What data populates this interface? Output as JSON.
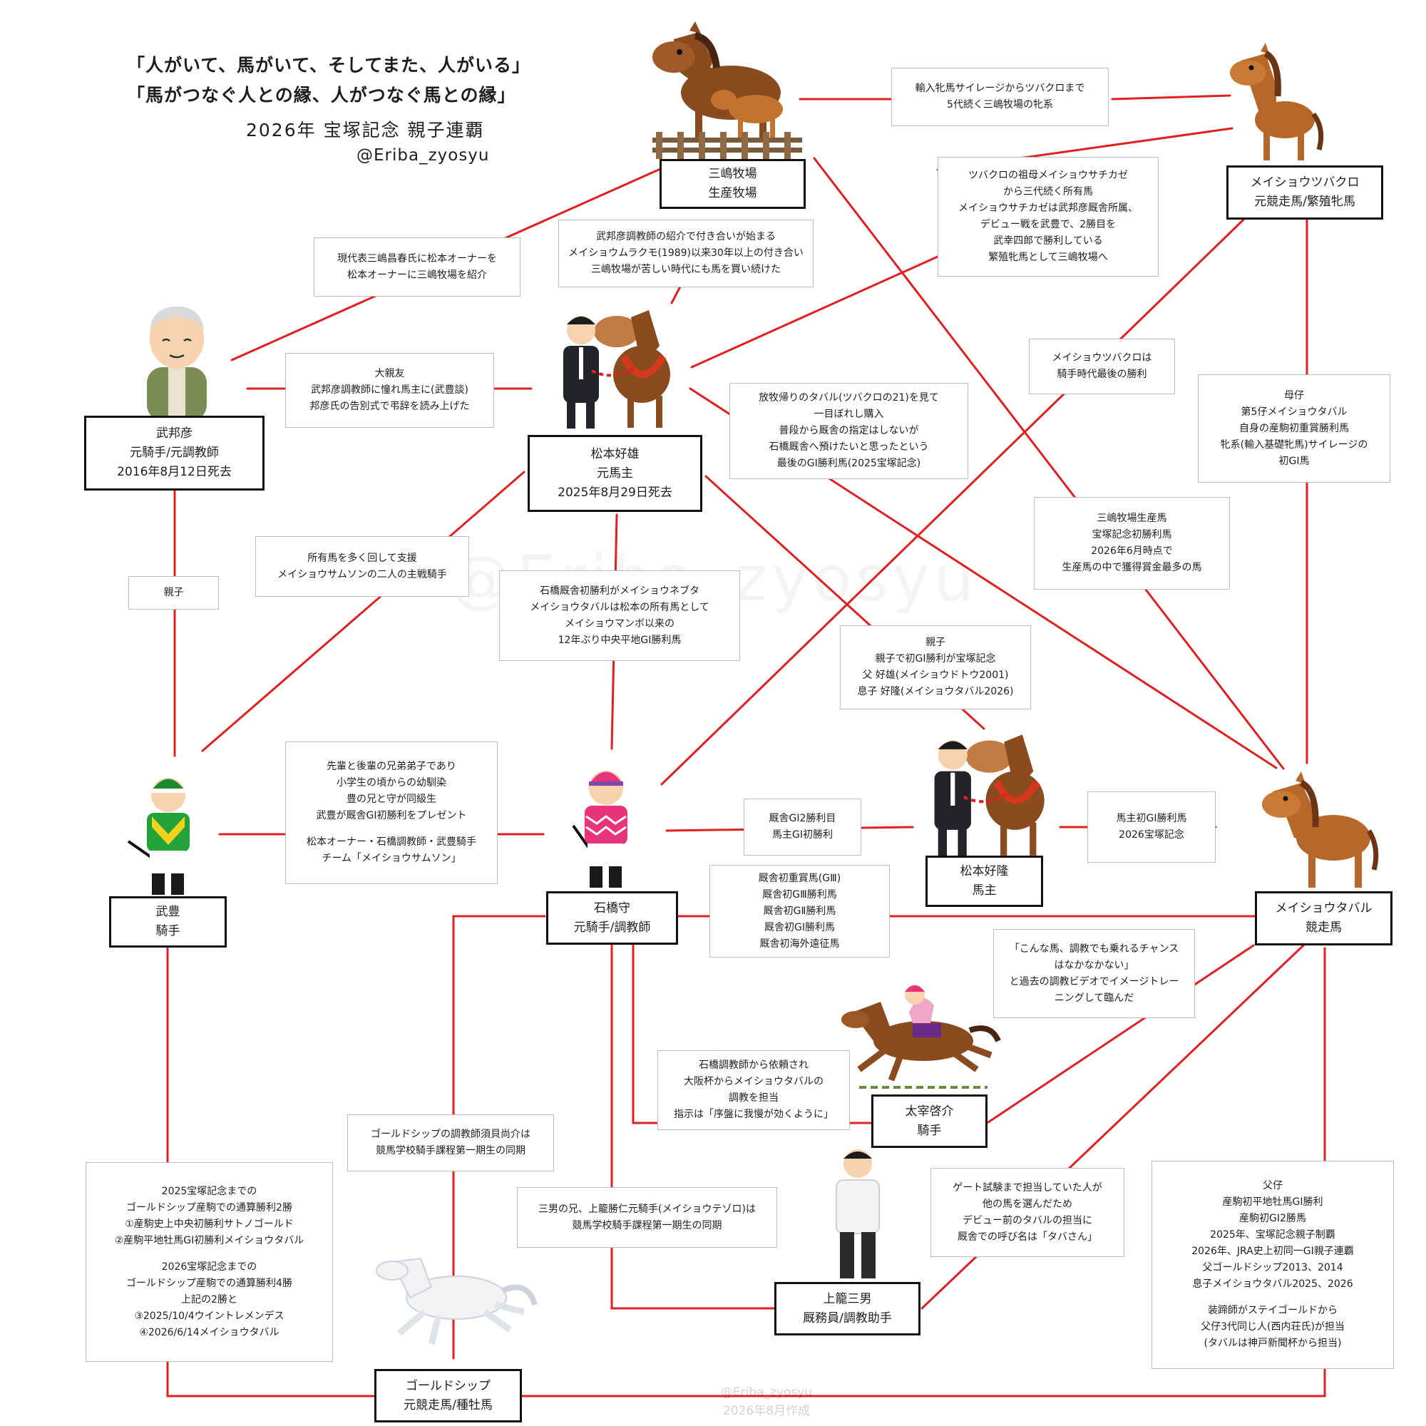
{
  "header": {
    "quote1": "「人がいて、馬がいて、そしてまた、人がいる」",
    "quote2": "「馬がつなぐ人との縁、人がつなぐ馬との縁」",
    "subtitle": "2026年 宝塚記念 親子連覇",
    "handle": "@Eriba_zyosyu"
  },
  "watermark": "@Eriba_zyosyu",
  "credit": {
    "line1": "@Eriba_zyosyu",
    "line2": "2026年8月作成"
  },
  "colors": {
    "line": "#e02020",
    "node_border": "#111111",
    "note_border": "#bdbdbd"
  },
  "icons": {
    "farm": "mare-and-foal-icon",
    "mare": "chestnut-horse-icon",
    "old_man": "elderly-man-icon",
    "owner_pair": "owner-with-horse-icon",
    "jockey_green": "jockey-green-silks-icon",
    "jockey_pink": "jockey-pink-silks-icon",
    "racing": "racehorse-with-jockey-icon",
    "staff": "stable-staff-icon",
    "grey": "grey-horse-icon"
  },
  "nodes": {
    "mishima": [
      "三嶋牧場",
      "生産牧場"
    ],
    "tsubakuro": [
      "メイショウツバクロ",
      "元競走馬/繁殖牝馬"
    ],
    "takekunihiko": [
      "武邦彦",
      "元騎手/元調教師",
      "2016年8月12日死去"
    ],
    "yoshio": [
      "松本好雄",
      "元馬主",
      "2025年8月29日死去"
    ],
    "yutaka": [
      "武豊",
      "騎手"
    ],
    "ishibashi": [
      "石橋守",
      "元騎手/調教師"
    ],
    "yoshitaka": [
      "松本好隆",
      "馬主"
    ],
    "tabaru": [
      "メイショウタバル",
      "競走馬"
    ],
    "dazai": [
      "太宰啓介",
      "騎手"
    ],
    "kamikago": [
      "上籠三男",
      "厩務員/調教助手"
    ],
    "goldship": [
      "ゴールドシップ",
      "元競走馬/種牡馬"
    ]
  },
  "notes": {
    "n_import": [
      "輸入牝馬サイレージからツバクロまで",
      "5代続く三嶋牧場の牝系"
    ],
    "n_sachikaze": [
      "ツバクロの祖母メイショウサチカゼ",
      "から三代続く所有馬",
      "メイショウサチカゼは武邦彦厩舎所属、",
      "デビュー戦を武豊で、2勝目を",
      "武幸四郎で勝利している",
      "繁殖牝馬として三嶋牧場へ"
    ],
    "n_intro": [
      "武邦彦調教師の紹介で付き合いが始まる",
      "メイショウムラクモ(1989)以来30年以上の付き合い",
      "三嶋牧場が苦しい時代にも馬を買い続けた"
    ],
    "n_mishima_rep": [
      "現代表三嶋昌春氏に松本オーナーを",
      "松本オーナーに三嶋牧場を紹介"
    ],
    "n_friend": [
      "大親友",
      "武邦彦調教師に憧れ馬主に(武豊談)",
      "邦彦氏の告別式で弔辞を読み上げた"
    ],
    "n_lastwin": [
      "メイショウツバクロは",
      "騎手時代最後の勝利"
    ],
    "n_mother": [
      "母仔",
      "第5仔メイショウタバル",
      "自身の産駒初重賞勝利馬",
      "牝系(輸入基礎牝馬)サイレージの",
      "初GⅠ馬"
    ],
    "n_purchase": [
      "放牧帰りのタバル(ツバクロの21)を見て",
      "一目ぼれし購入",
      "普段から厩舎の指定はしないが",
      "石橋厩舎へ預けたいと思ったという",
      "最後のGⅠ勝利馬(2025宝塚記念)"
    ],
    "n_farmhorse": [
      "三嶋牧場生産馬",
      "宝塚記念初勝利馬",
      "2026年6月時点で",
      "生産馬の中で獲得賞金最多の馬"
    ],
    "n_support": [
      "所有馬を多く回して支援",
      "メイショウサムソンの二人の主戦騎手"
    ],
    "n_ishibashi_first": [
      "石橋厩舎初勝利がメイショウネブタ",
      "メイショウタバルは松本の所有馬として",
      "メイショウマンボ以来の",
      "12年ぶり中央平地GⅠ勝利馬"
    ],
    "n_parent_child": [
      "親子",
      "親子で初GⅠ勝利が宝塚記念",
      "父 好雄(メイショウドトウ2001)",
      "息子 好隆(メイショウタバル2026)"
    ],
    "n_oyako": [
      "親子"
    ],
    "n_senpai": [
      "先輩と後輩の兄弟弟子であり",
      "小学生の頃からの幼馴染",
      "豊の兄と守が同級生",
      "武豊が厩舎GⅠ初勝利をプレゼント",
      "",
      "松本オーナー・石橋調教師・武豊騎手",
      "チーム「メイショウサムソン」"
    ],
    "n_g1_2": [
      "厩舎GⅠ2勝利目",
      "馬主GⅠ初勝利"
    ],
    "n_owner_first": [
      "馬主初GⅠ勝利馬",
      "2026宝塚記念"
    ],
    "n_stable_firsts": [
      "厩舎初重賞馬(GⅢ)",
      "厩舎初GⅢ勝利馬",
      "厩舎初GⅡ勝利馬",
      "厩舎初GⅠ勝利馬",
      "厩舎初海外遠征馬"
    ],
    "n_konnauma": [
      "「こんな馬、調教でも乗れるチャンス",
      "はなかなかない」",
      "と過去の調教ビデオでイメージトレー",
      "ニングして臨んだ"
    ],
    "n_osaka": [
      "石橋調教師から依頼され",
      "大阪杯からメイショウタバルの",
      "調教を担当",
      "指示は「序盤に我慢が効くように」"
    ],
    "n_sunai": [
      "ゴールドシップの調教師須貝尚介は",
      "競馬学校騎手課程第一期生の同期"
    ],
    "n_kamikago_bro": [
      "三男の兄、上籠勝仁元騎手(メイショウテゾロ)は",
      "競馬学校騎手課程第一期生の同期"
    ],
    "n_gate": [
      "ゲート試験まで担当していた人が",
      "他の馬を選んだため",
      "デビュー前のタバルの担当に",
      "厩舎での呼び名は「タバさん」"
    ],
    "n_gs_wins": [
      "2025宝塚記念までの",
      "ゴールドシップ産駒での通算勝利2勝",
      "①産駒史上中央初勝利サトノゴールド",
      "②産駒平地牡馬GⅠ初勝利メイショウタバル",
      "",
      "2026宝塚記念までの",
      "ゴールドシップ産駒での通算勝利4勝",
      "上記の2勝と",
      "③2025/10/4ウイントレメンデス",
      "④2026/6/14メイショウタバル"
    ],
    "n_father": [
      "父仔",
      "産駒初平地牡馬GⅠ勝利",
      "産駒初GⅠ2勝馬",
      "2025年、宝塚記念親子制覇",
      "2026年、JRA史上初同一GⅠ親子連覇",
      "父ゴールドシップ2013、2014",
      "息子メイショウタバル2025、2026",
      "",
      "装蹄師がステイゴールドから",
      "父仔3代同じ人(西内荘氏)が担当",
      "(タバルは神戸新聞杯から担当)"
    ]
  }
}
